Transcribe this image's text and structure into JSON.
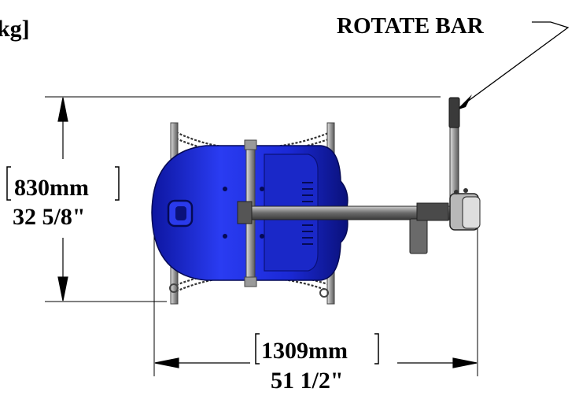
{
  "labels": {
    "top_left_fragment": "kg]",
    "rotate_bar": "ROTATE BAR",
    "height_mm": "830mm",
    "height_in": "32 5/8\"",
    "width_mm": "1309mm",
    "width_in": "51 1/2\""
  },
  "colors": {
    "body_blue": "#1f2fe0",
    "body_dark": "#0a117a",
    "frame_gray": "#8a8a8a",
    "line": "#000000"
  }
}
